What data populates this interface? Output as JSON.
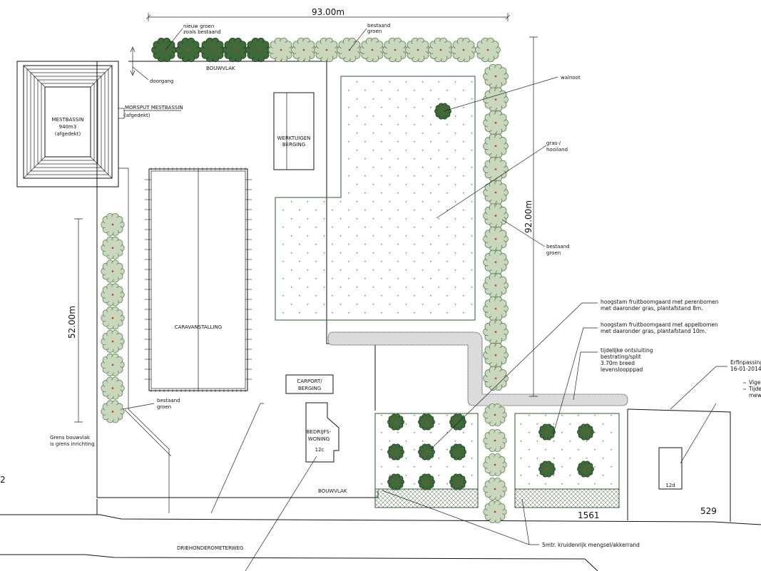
{
  "dimensions": {
    "top_width": "93.00m",
    "right_height": "92.00m",
    "left_height": "52.00m"
  },
  "buildings": {
    "mestbassin_line1": "MESTBASSIN",
    "mestbassin_line2": "940m3",
    "mestbassin_line3": "(afgedekt)",
    "morsput_line1": "MORSPUT MESTBASSIN",
    "morsput_line2": "(afgedekt)",
    "werktuigen_line1": "WERKTUIGEN",
    "werktuigen_line2": "BERGING",
    "caravan": "CARAVANSTALLING",
    "carport_line1": "CARPORT/",
    "carport_line2": "BERGING",
    "woning_line1": "BEDRIJFS-",
    "woning_line2": "WONING",
    "woning_number": "12c",
    "neighbor_number": "12d"
  },
  "labels": {
    "nieuw_groen_1": "nieuw groen",
    "nieuw_groen_2": "zoals bestaand",
    "bestaand_top_1": "bestaand",
    "bestaand_top_2": "groen",
    "bouwvlak_top": "BOUWVLAK",
    "doorgang": "doorgang",
    "walnoot": "walnoot",
    "gras_1": "gras-/",
    "gras_2": "hooiland",
    "bestaand_right_1": "bestaand",
    "bestaand_right_2": "groen",
    "peren_1": "hoogstam fruitboomgaard met perenbomen",
    "peren_2": "met daaronder gras, plantafstand 8m.",
    "appel_1": "hoogstam fruitboomgaard met appelbomen",
    "appel_2": "met daaronder gras, plantafstand 10m.",
    "ontsluiting_1": "tijdelijke ontsluiting",
    "ontsluiting_2": "bestrating/split",
    "ontsluiting_3": "3.70m breed",
    "ontsluiting_4": "levensloopppad",
    "erf_1": "Erfinpassing",
    "erf_2": "16-01-2014",
    "erf_3": "Vige",
    "erf_4": "Tijde",
    "erf_5": "mewe",
    "bestaand_left_1": "bestaand",
    "bestaand_left_2": "groen",
    "grens_1": "Grens bouwvlak",
    "grens_2": "is grens inrichting",
    "bouwvlak_bottom": "BOUWVLAK",
    "road": "DRIEHONDEROMETERWEG",
    "kruidenrijk": "5mtr. kruidenrijk mengsel/akkerrand",
    "parcel_1561": "1561",
    "parcel_529": "529",
    "left_edge": "2"
  },
  "colors": {
    "tree_fill": "#c9d8bd",
    "tree_stroke": "#4d7343",
    "tree_dark": "#3f6a3a",
    "tree_center": "#c0392b",
    "grass_mark": "#2f6b2f",
    "path_fill": "#dcdcdc"
  },
  "icons": {
    "tree": "tree-canopy-icon",
    "grass": "grass-tuft-icon",
    "arrow": "double-arrow-icon"
  }
}
